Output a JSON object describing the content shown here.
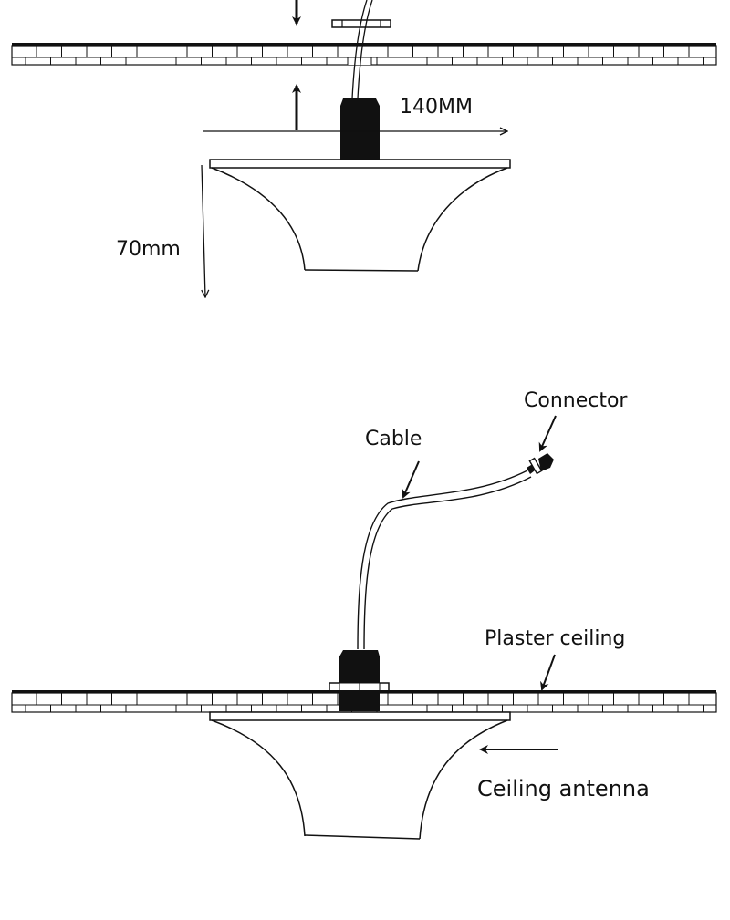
{
  "diagram": {
    "top_section": {
      "width_label": "140MM",
      "height_label": "70mm"
    },
    "bottom_section": {
      "labels": {
        "connector": "Connector",
        "cable": "Cable",
        "plaster_ceiling": "Plaster ceiling",
        "ceiling_antenna": "Ceiling antenna"
      }
    }
  }
}
